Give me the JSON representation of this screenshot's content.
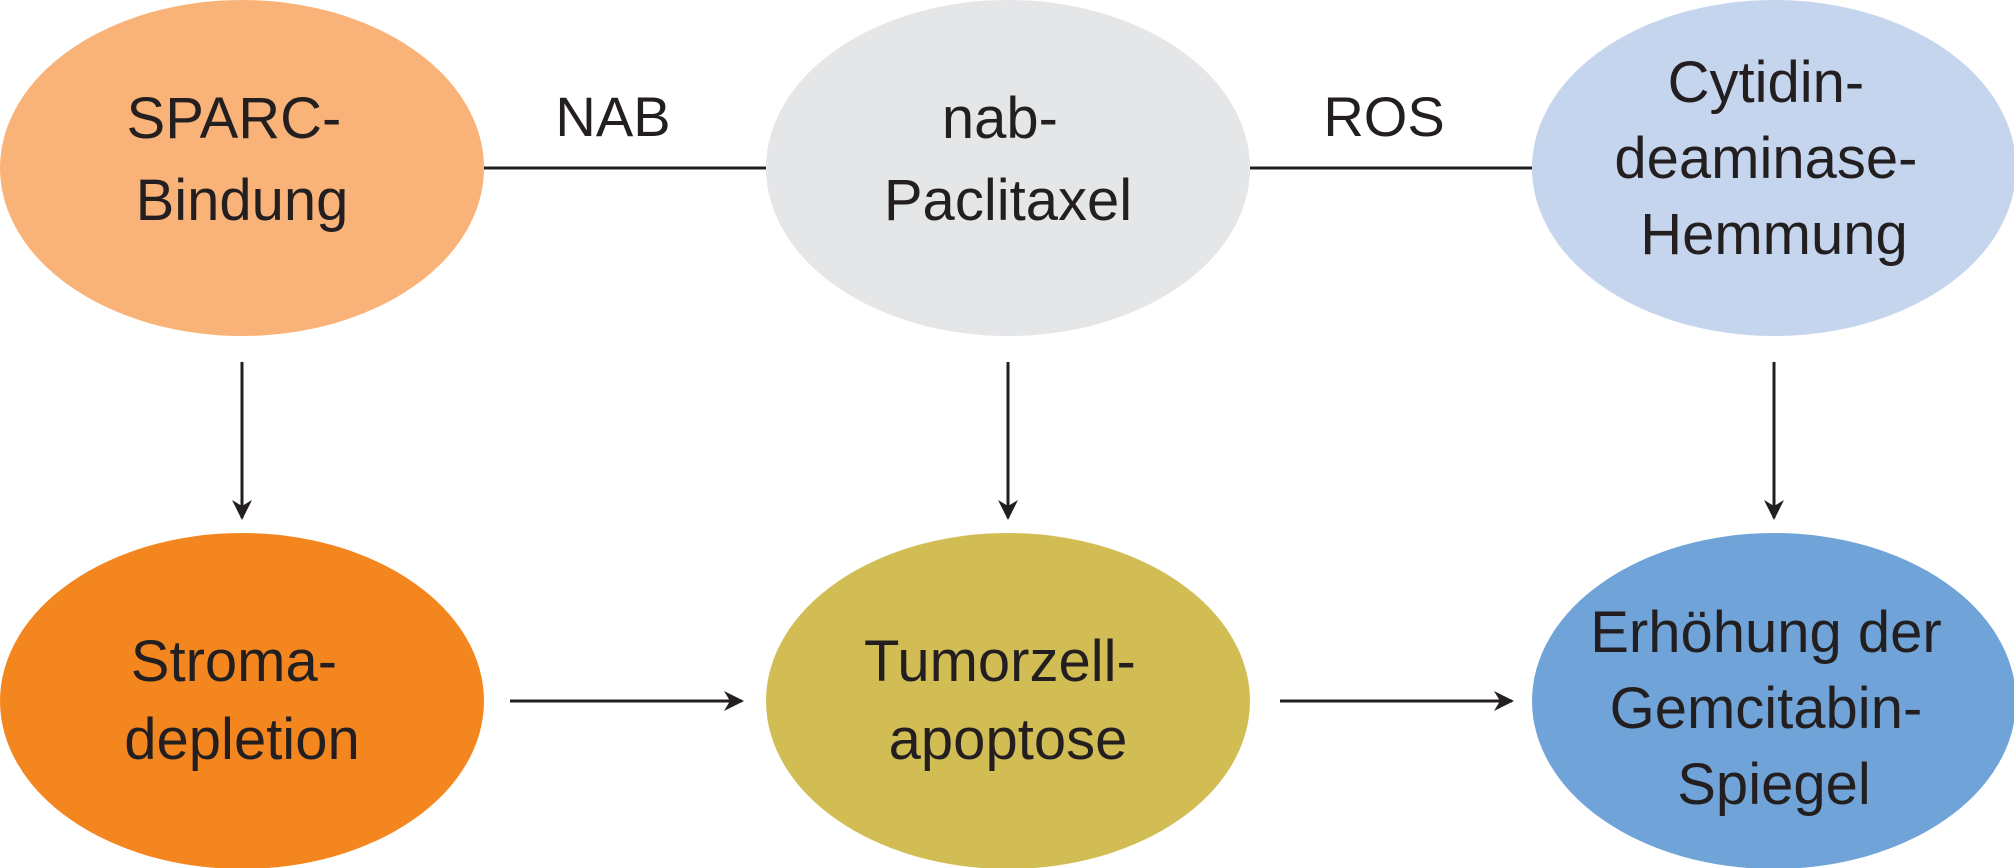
{
  "colors": {
    "sparc": "#f9b378",
    "nab": "#e5e6e8",
    "cytidin": "#c6d5ee",
    "stroma": "#f48620",
    "tumor": "#d2bd55",
    "gemcitabin": "#70a4d8",
    "line": "#231f20",
    "text": "#231f20"
  },
  "nodes": {
    "sparc": {
      "lines": [
        "SPARC-",
        "Bindung"
      ]
    },
    "nab": {
      "lines": [
        "nab-",
        "Paclitaxel"
      ]
    },
    "cytidin": {
      "lines": [
        "Cytidin-",
        "deaminase-",
        "Hemmung"
      ]
    },
    "stroma": {
      "lines": [
        "Stroma-",
        "depletion"
      ]
    },
    "tumor": {
      "lines": [
        "Tumorzell-",
        "apoptose"
      ]
    },
    "gemcitabin": {
      "lines": [
        "Erhöhung der",
        "Gemcitabin-",
        "Spiegel"
      ]
    }
  },
  "edges": {
    "nab_label": "NAB",
    "ros_label": "ROS"
  }
}
